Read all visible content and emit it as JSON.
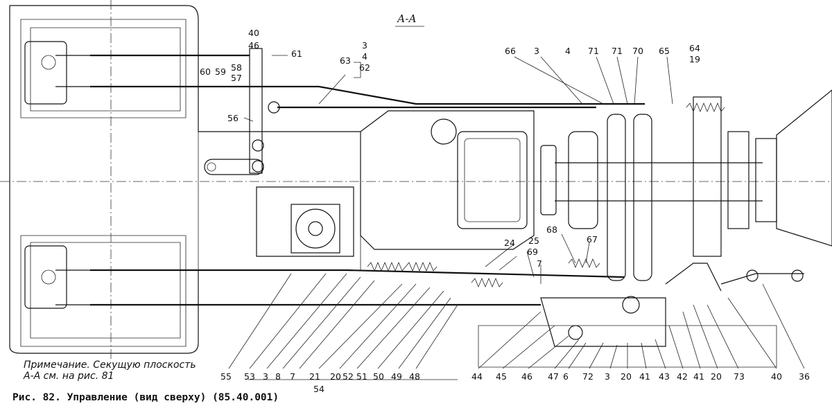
{
  "section_title": "А-А",
  "note": {
    "line1": "Примечание. Секущую плоскость",
    "line2": "А-А см. на рис. 81"
  },
  "caption": "Рис. 82. Управление (вид сверху) (85.40.001)",
  "callouts_top": [
    "40",
    "46",
    "61",
    "60",
    "59",
    "58",
    "57",
    "56",
    "3",
    "4",
    "62",
    "63",
    "66",
    "3",
    "4",
    "71",
    "71",
    "70",
    "65",
    "64",
    "19"
  ],
  "callouts_middle": [
    "24",
    "25",
    "68",
    "67",
    "69",
    "7"
  ],
  "callouts_bottom": [
    "55",
    "53",
    "3",
    "8",
    "7",
    "21",
    "20",
    "52",
    "51",
    "50",
    "49",
    "48",
    "54",
    "44",
    "45",
    "46",
    "47",
    "6",
    "72",
    "3",
    "20",
    "41",
    "43",
    "42",
    "41",
    "20",
    "73",
    "40",
    "36"
  ]
}
